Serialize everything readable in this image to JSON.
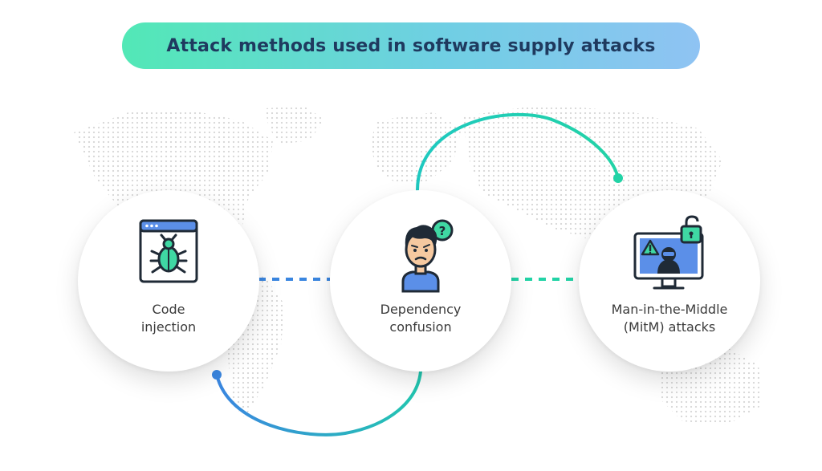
{
  "title": "Attack methods used in software supply attacks",
  "nodes": [
    {
      "line1": "Code",
      "line2": "injection",
      "icon": "bug-window-icon"
    },
    {
      "line1": "Dependency",
      "line2": "confusion",
      "icon": "confused-person-icon"
    },
    {
      "line1": "Man-in-the-Middle",
      "line2": "(MitM) attacks",
      "icon": "hacker-monitor-icon"
    }
  ],
  "colors": {
    "title_gradient_start": "#52e8b6",
    "title_gradient_end": "#8fc3f3",
    "title_text": "#1f3a5f",
    "teal": "#22d3a6",
    "blue": "#3a86e0",
    "icon_green": "#3fd8a3",
    "icon_blue": "#5b8fe8",
    "icon_outline": "#1f2a36"
  }
}
